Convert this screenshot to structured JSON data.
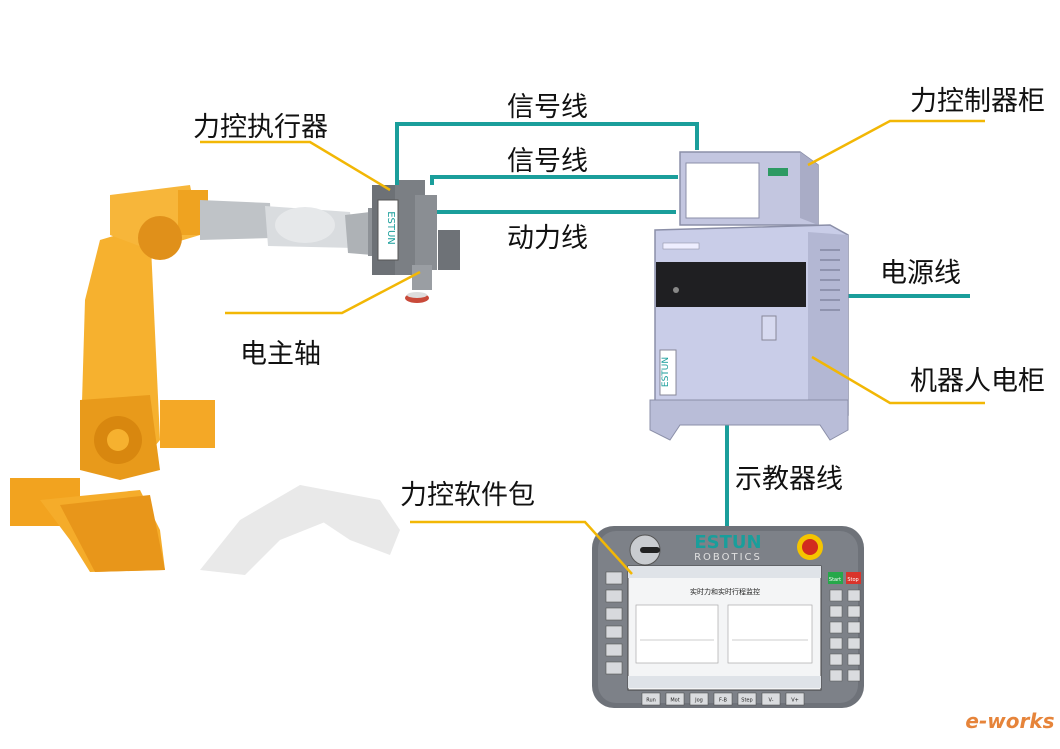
{
  "labels": {
    "force_actuator": "力控执行器",
    "signal_line_1": "信号线",
    "signal_line_2": "信号线",
    "power_line": "动力线",
    "force_controller_cabinet": "力控制器柜",
    "power_supply_line": "电源线",
    "spindle": "电主轴",
    "robot_cabinet": "机器人电柜",
    "teach_pendant_line": "示教器线",
    "force_software": "力控软件包"
  },
  "branding": {
    "estun": "ESTUN",
    "robotics": "ROBOTICS",
    "watermark": "e-works"
  },
  "pendant": {
    "screen_title": "实时力和实时行程监控",
    "start": "Start",
    "stop": "Stop",
    "bottom_buttons": [
      "Run",
      "Mot",
      "Jog",
      "F-B",
      "Step",
      "V-",
      "V+"
    ]
  },
  "colors": {
    "robot_orange": "#f5a623",
    "line_teal": "#1a9e9b",
    "leader_yellow": "#f2b705",
    "cabinet": "#c9cde8"
  }
}
